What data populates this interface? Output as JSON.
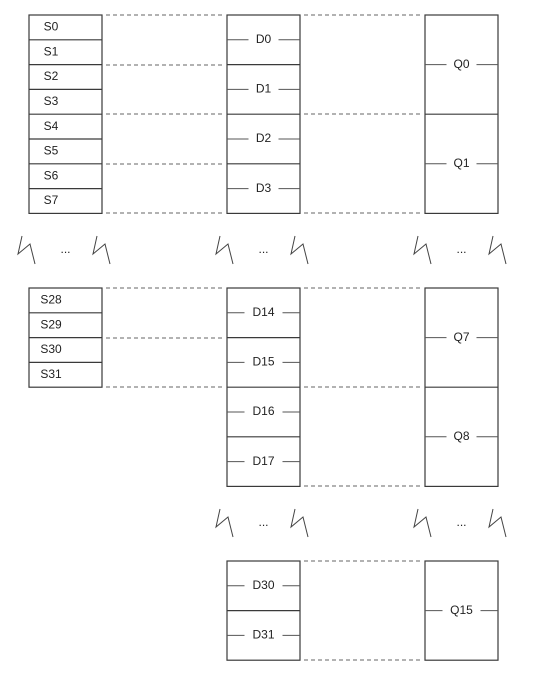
{
  "s_column": {
    "group_top": [
      "S0",
      "S1",
      "S2",
      "S3",
      "S4",
      "S5",
      "S6",
      "S7"
    ],
    "group_bottom": [
      "S28",
      "S29",
      "S30",
      "S31"
    ]
  },
  "d_column": {
    "group_top": [
      "D0",
      "D1",
      "D2",
      "D3"
    ],
    "group_middle": [
      "D14",
      "D15",
      "D16",
      "D17"
    ],
    "group_bottom": [
      "D30",
      "D31"
    ]
  },
  "q_column": {
    "group_top": [
      "Q0",
      "Q1"
    ],
    "group_middle": [
      "Q7",
      "Q8"
    ],
    "group_bottom": [
      "Q15"
    ]
  },
  "ellipsis": "..."
}
